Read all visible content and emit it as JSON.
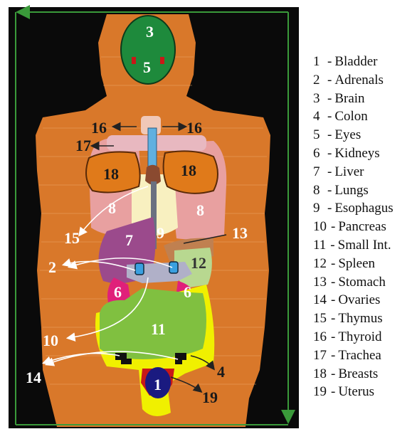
{
  "legend": [
    {
      "num": "1",
      "name": "Bladder"
    },
    {
      "num": "2",
      "name": "Adrenals"
    },
    {
      "num": "3",
      "name": "Brain"
    },
    {
      "num": "4",
      "name": "Colon"
    },
    {
      "num": "5",
      "name": "Eyes"
    },
    {
      "num": "6",
      "name": "Kidneys"
    },
    {
      "num": "7",
      "name": "Liver"
    },
    {
      "num": "8",
      "name": "Lungs"
    },
    {
      "num": "9",
      "name": "Esophagus"
    },
    {
      "num": "10",
      "name": "Pancreas"
    },
    {
      "num": "11",
      "name": "Small Int."
    },
    {
      "num": "12",
      "name": "Spleen"
    },
    {
      "num": "13",
      "name": "Stomach"
    },
    {
      "num": "14",
      "name": "Ovaries"
    },
    {
      "num": "15",
      "name": "Thymus"
    },
    {
      "num": "16",
      "name": "Thyroid"
    },
    {
      "num": "17",
      "name": "Trachea"
    },
    {
      "num": "18",
      "name": "Breasts"
    },
    {
      "num": "19",
      "name": "Uterus"
    }
  ],
  "legend_separator": "-",
  "labels": {
    "brain": "3",
    "eyes": "5",
    "thyroid_left": "16",
    "thyroid_right": "16",
    "trachea": "17",
    "breast_left": "18",
    "breast_right": "18",
    "lung_left": "8",
    "lung_right": "8",
    "thymus": "15",
    "liver": "7",
    "esophagus": "9",
    "stomach": "13",
    "adrenals": "2",
    "spleen": "12",
    "kidney_left": "6",
    "kidney_right": "6",
    "small_int": "11",
    "pancreas": "10",
    "ovaries": "14",
    "colon": "4",
    "bladder": "1",
    "uterus": "19"
  },
  "colors": {
    "background": "#0a0a0a",
    "body": "#d9782a",
    "frame": "#3a9a3a",
    "brain": "#1e8a3c",
    "lungs": "#e8a0a0",
    "breasts": "#e07a1a",
    "liver": "#9b4a8c",
    "spleen": "#b8d890",
    "kidneys": "#e0207a",
    "small_int": "#80c040",
    "colon": "#f0f000",
    "bladder": "#1a1a80",
    "uterus": "#c81818",
    "trachea": "#60b0e0",
    "thymus": "#f8f0c0",
    "stomach": "#c08050"
  }
}
